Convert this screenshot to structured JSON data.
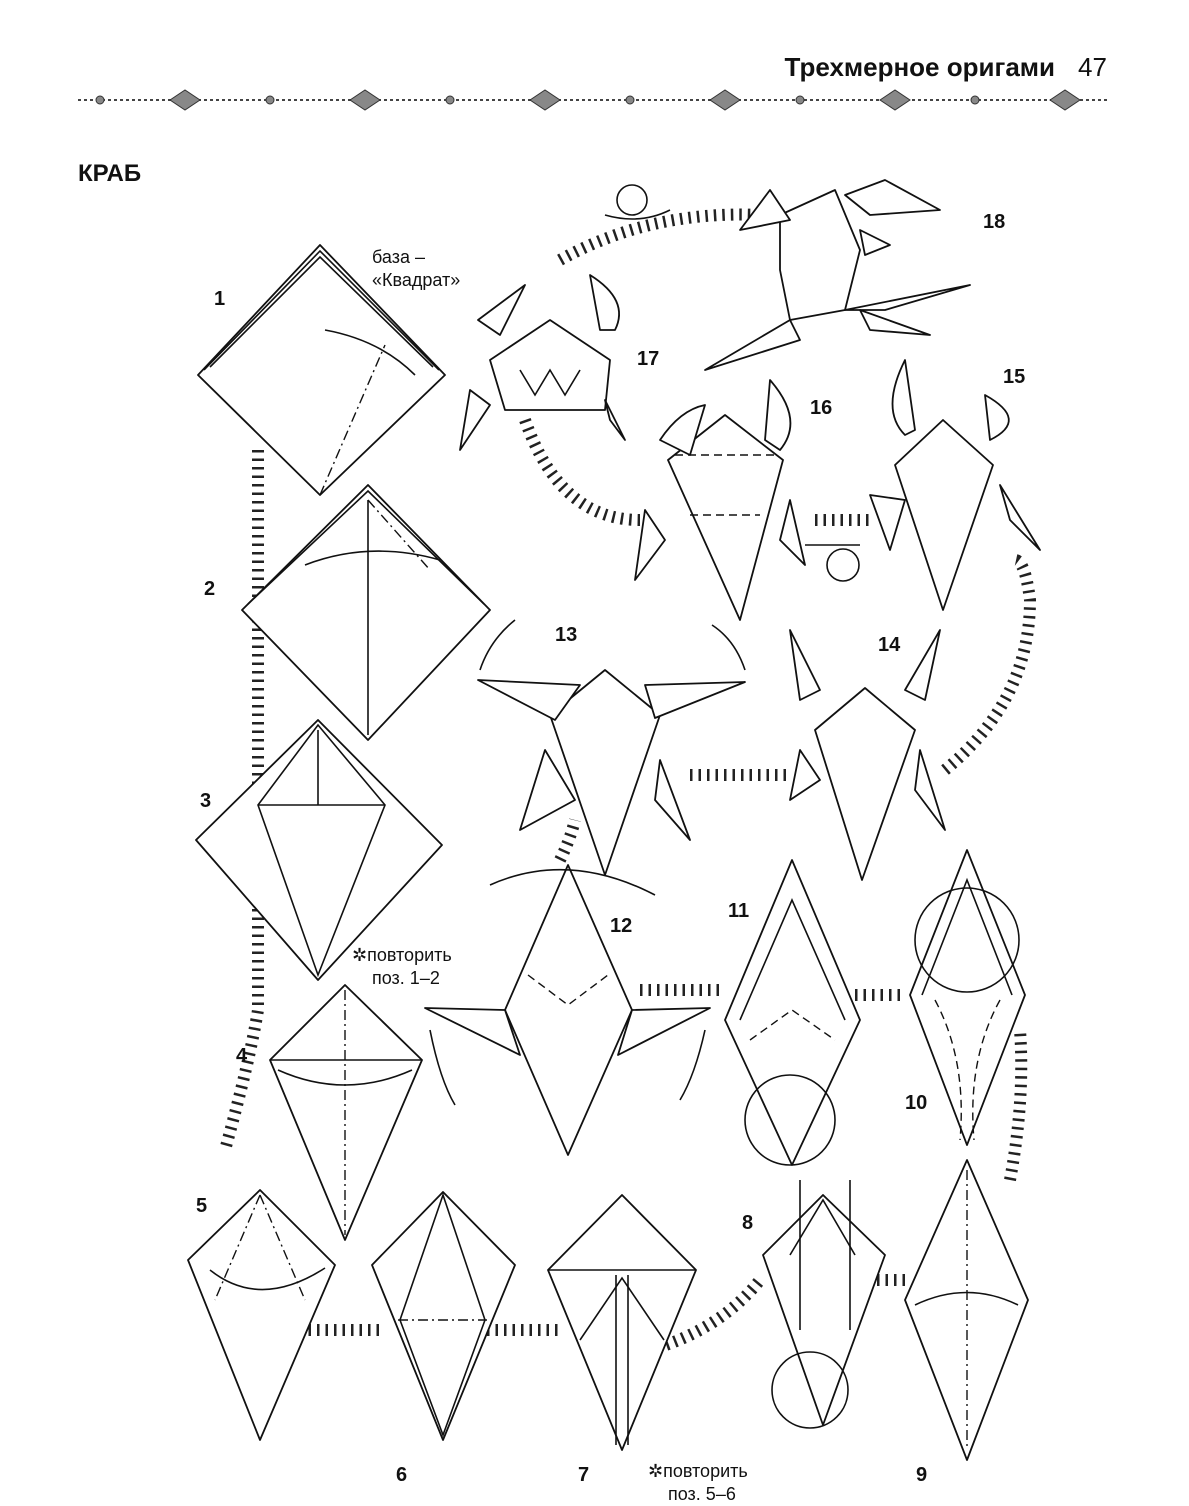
{
  "header": {
    "title": "Трехмерное оригами",
    "page_number": "47"
  },
  "section_title": "КРАБ",
  "steps": [
    "1",
    "2",
    "3",
    "4",
    "5",
    "6",
    "7",
    "8",
    "9",
    "10",
    "11",
    "12",
    "13",
    "14",
    "15",
    "16",
    "17",
    "18"
  ],
  "notes": {
    "base_line1": "база –",
    "base_line2": "«Квадрат»",
    "repeat_a_line1": "повторить",
    "repeat_a_line2": "поз. 1–2",
    "repeat_b_line1": "повторить",
    "repeat_b_line2": "поз. 5–6",
    "symbol": "✲"
  }
}
